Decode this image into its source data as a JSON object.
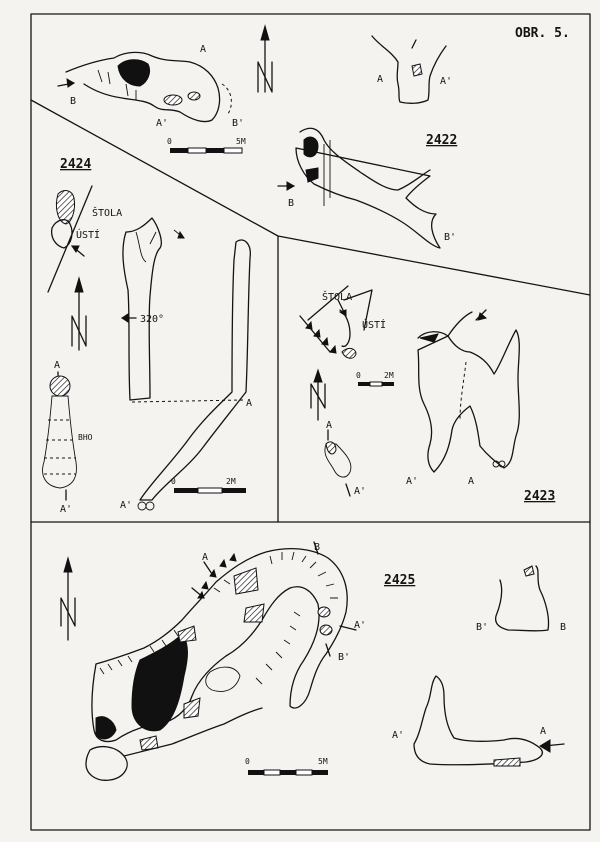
{
  "figure_label": "OBR. 5.",
  "panels": {
    "p2422": {
      "number": "2422",
      "plan_labels": {
        "a": "A",
        "a_prime": "A'",
        "b": "B",
        "b_prime": "B'"
      },
      "section_labels": {
        "a": "A",
        "a_prime": "A'"
      },
      "scale": {
        "zero": "0",
        "end": "5M"
      },
      "detail_labels": {
        "b": "B",
        "b_prime": "B'"
      }
    },
    "p2424": {
      "number": "2424",
      "locator_labels": {
        "stola": "ŠTOLA",
        "usti": "ÚSTÍ"
      },
      "bearing": "320°",
      "section_labels": {
        "a": "A",
        "a_prime": "A'",
        "bho": "BHO"
      },
      "plan_labels": {
        "a": "A",
        "a_prime": "A'"
      },
      "scale": {
        "zero": "0",
        "end": "2M"
      }
    },
    "p2423": {
      "number": "2423",
      "locator_labels": {
        "stola": "ŠTOLA",
        "usti": "ÚSTÍ"
      },
      "scale": {
        "zero": "0",
        "end": "2M"
      },
      "section_labels": {
        "a": "A",
        "a_prime": "A'"
      },
      "plan_labels": {
        "a": "A",
        "a_prime": "A'"
      }
    },
    "p2425": {
      "number": "2425",
      "plan_labels": {
        "a": "A",
        "b": "B",
        "a_prime": "A'",
        "b_prime": "B'"
      },
      "scale": {
        "zero": "0",
        "end": "5M"
      },
      "section_bb_labels": {
        "b_prime": "B'",
        "b": "B"
      },
      "section_aa_labels": {
        "a_prime": "A'",
        "a": "A"
      }
    }
  },
  "north_symbols": [
    "north-arrow",
    "north-arrow",
    "north-arrow",
    "north-arrow"
  ]
}
